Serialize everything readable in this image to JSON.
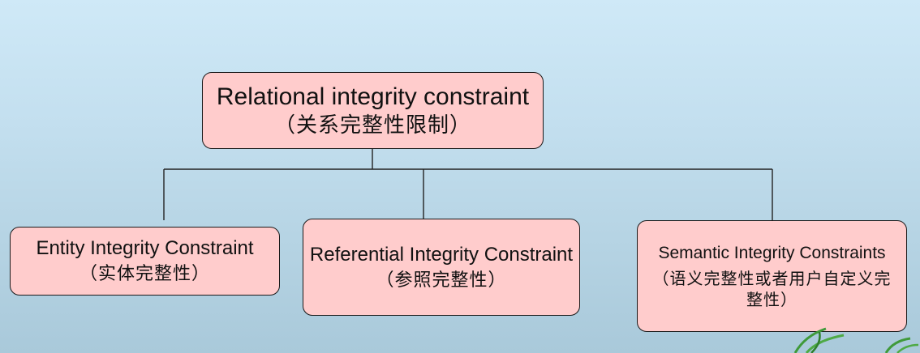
{
  "diagram": {
    "root": {
      "title_en": "Relational integrity constraint",
      "title_cn": "（关系完整性限制）"
    },
    "children": [
      {
        "title_en": "Entity Integrity Constraint",
        "title_cn": "（实体完整性）"
      },
      {
        "title_en": "Referential Integrity Constraint",
        "title_cn": "（参照完整性）"
      },
      {
        "title_en": "Semantic Integrity Constraints",
        "title_cn": "（语义完整性或者用户自定义完整性）"
      }
    ]
  },
  "colors": {
    "node_fill": "#ffcccc",
    "node_border": "#1a1a1a",
    "connector": "#222222",
    "background_top": "#cfe9f7",
    "background_bottom": "#a9c9da",
    "leaf_accent": "#3f9a3a"
  },
  "decoration": {
    "icon": "leaf-icon"
  }
}
